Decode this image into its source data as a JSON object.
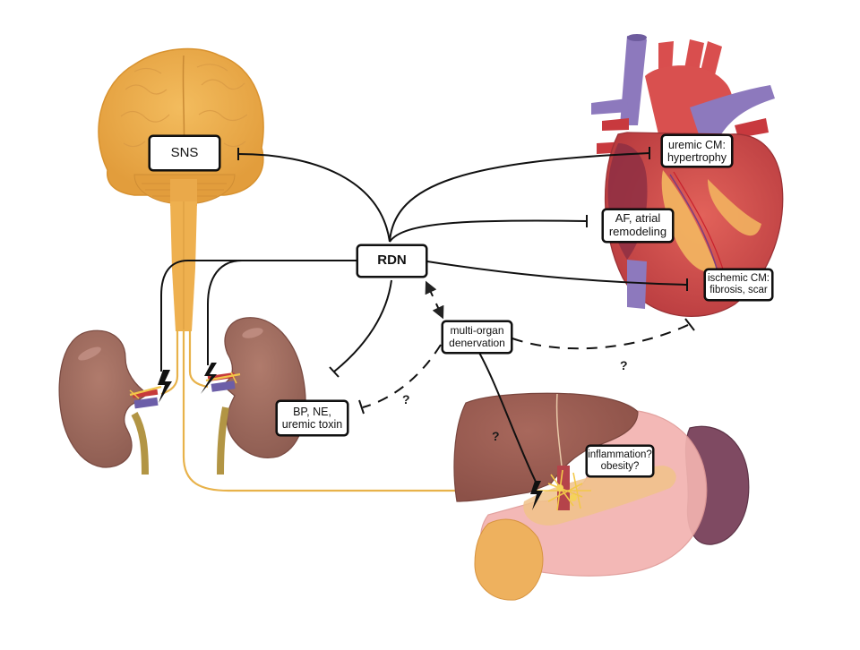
{
  "diagram": {
    "central_node": {
      "id": "rdn",
      "label": "RDN"
    },
    "nodes": [
      {
        "id": "sns",
        "lines": [
          "SNS"
        ],
        "organ": "brain"
      },
      {
        "id": "uremic-cm",
        "lines": [
          "uremic CM:",
          "hypertrophy"
        ],
        "organ": "heart"
      },
      {
        "id": "af",
        "lines": [
          "AF, atrial",
          "remodeling"
        ],
        "organ": "heart"
      },
      {
        "id": "ischemic-cm",
        "lines": [
          "ischemic CM:",
          "fibrosis, scar"
        ],
        "organ": "heart"
      },
      {
        "id": "multi-organ",
        "lines": [
          "multi-organ",
          "denervation"
        ],
        "organ": ""
      },
      {
        "id": "bp-ne",
        "lines": [
          "BP, NE,",
          "uremic toxin"
        ],
        "organ": "kidney"
      },
      {
        "id": "inflammation",
        "lines": [
          "inflammation?",
          "obesity?"
        ],
        "organ": "liver/pancreas"
      }
    ],
    "edges": [
      {
        "from": "rdn",
        "to": "sns",
        "type": "inhibition"
      },
      {
        "from": "rdn",
        "to": "uremic-cm",
        "type": "inhibition"
      },
      {
        "from": "rdn",
        "to": "af",
        "type": "inhibition"
      },
      {
        "from": "rdn",
        "to": "ischemic-cm",
        "type": "inhibition"
      },
      {
        "from": "rdn",
        "to": "bp-ne",
        "type": "inhibition"
      },
      {
        "from": "rdn",
        "to": "left-kidney",
        "type": "denervation"
      },
      {
        "from": "rdn",
        "to": "right-kidney",
        "type": "denervation"
      },
      {
        "from": "rdn",
        "to": "multi-organ",
        "type": "bidirectional-dashed"
      },
      {
        "from": "multi-organ",
        "to": "ischemic-cm",
        "type": "dashed-inhibition",
        "uncertain": true
      },
      {
        "from": "multi-organ",
        "to": "bp-ne",
        "type": "dashed-inhibition",
        "uncertain": true
      },
      {
        "from": "multi-organ",
        "to": "celiac-plexus",
        "type": "denervation"
      }
    ],
    "question_marks": [
      "?",
      "?",
      "?"
    ],
    "organs": [
      "brain",
      "spinal-cord",
      "left-kidney",
      "right-kidney",
      "heart",
      "liver",
      "stomach",
      "pancreas",
      "spleen"
    ],
    "colors": {
      "nerve": "#e8b24a",
      "brain": "#eaa94a",
      "kidney": "#9e6a5e",
      "heart_red": "#d9504f",
      "vein_purple": "#8f7bbd",
      "liver": "#9a5c52",
      "stomach": "#f2b3b0",
      "pancreas": "#eeb15e",
      "spleen": "#7f4a62",
      "line": "#111111"
    }
  }
}
